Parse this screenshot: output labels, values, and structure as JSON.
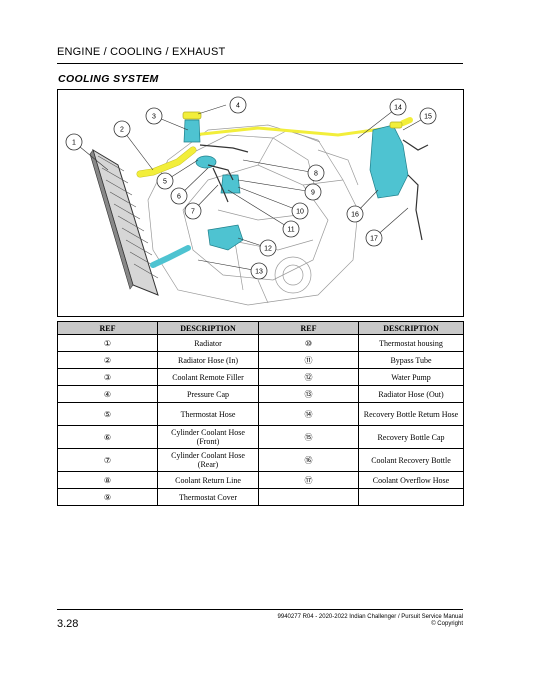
{
  "header": {
    "section": "ENGINE / COOLING / EXHAUST"
  },
  "section_title": "COOLING SYSTEM",
  "diagram": {
    "callouts": [
      "1",
      "2",
      "3",
      "4",
      "5",
      "6",
      "7",
      "8",
      "9",
      "10",
      "11",
      "12",
      "13",
      "14",
      "15",
      "16",
      "17"
    ],
    "colors": {
      "hose": "#f2ee3a",
      "component": "#4ec3d1",
      "engine_line": "#8a8a8a"
    }
  },
  "table": {
    "headers": [
      "REF",
      "DESCRIPTION",
      "REF",
      "DESCRIPTION"
    ],
    "rows": [
      {
        "ref1": "①",
        "desc1": "Radiator",
        "ref2": "⑩",
        "desc2": "Thermostat housing"
      },
      {
        "ref1": "②",
        "desc1": "Radiator Hose (In)",
        "ref2": "⑪",
        "desc2": "Bypass Tube"
      },
      {
        "ref1": "③",
        "desc1": "Coolant Remote Filler",
        "ref2": "⑫",
        "desc2": "Water Pump"
      },
      {
        "ref1": "④",
        "desc1": "Pressure Cap",
        "ref2": "⑬",
        "desc2": "Radiator Hose (Out)"
      },
      {
        "ref1": "⑤",
        "desc1": "Thermostat Hose",
        "ref2": "⑭",
        "desc2": "Recovery Bottle Return Hose"
      },
      {
        "ref1": "⑥",
        "desc1": "Cylinder Coolant Hose (Front)",
        "ref2": "⑮",
        "desc2": "Recovery Bottle Cap"
      },
      {
        "ref1": "⑦",
        "desc1": "Cylinder Coolant Hose (Rear)",
        "ref2": "⑯",
        "desc2": "Coolant Recovery Bottle"
      },
      {
        "ref1": "⑧",
        "desc1": "Coolant Return Line",
        "ref2": "⑰",
        "desc2": "Coolant Overflow Hose"
      },
      {
        "ref1": "⑨",
        "desc1": "Thermostat Cover",
        "ref2": "",
        "desc2": ""
      }
    ]
  },
  "footer": {
    "page": "3.28",
    "doc_line": "9940277 R04 - 2020-2022 Indian Challenger / Pursuit Service Manual",
    "copyright": "© Copyright"
  }
}
